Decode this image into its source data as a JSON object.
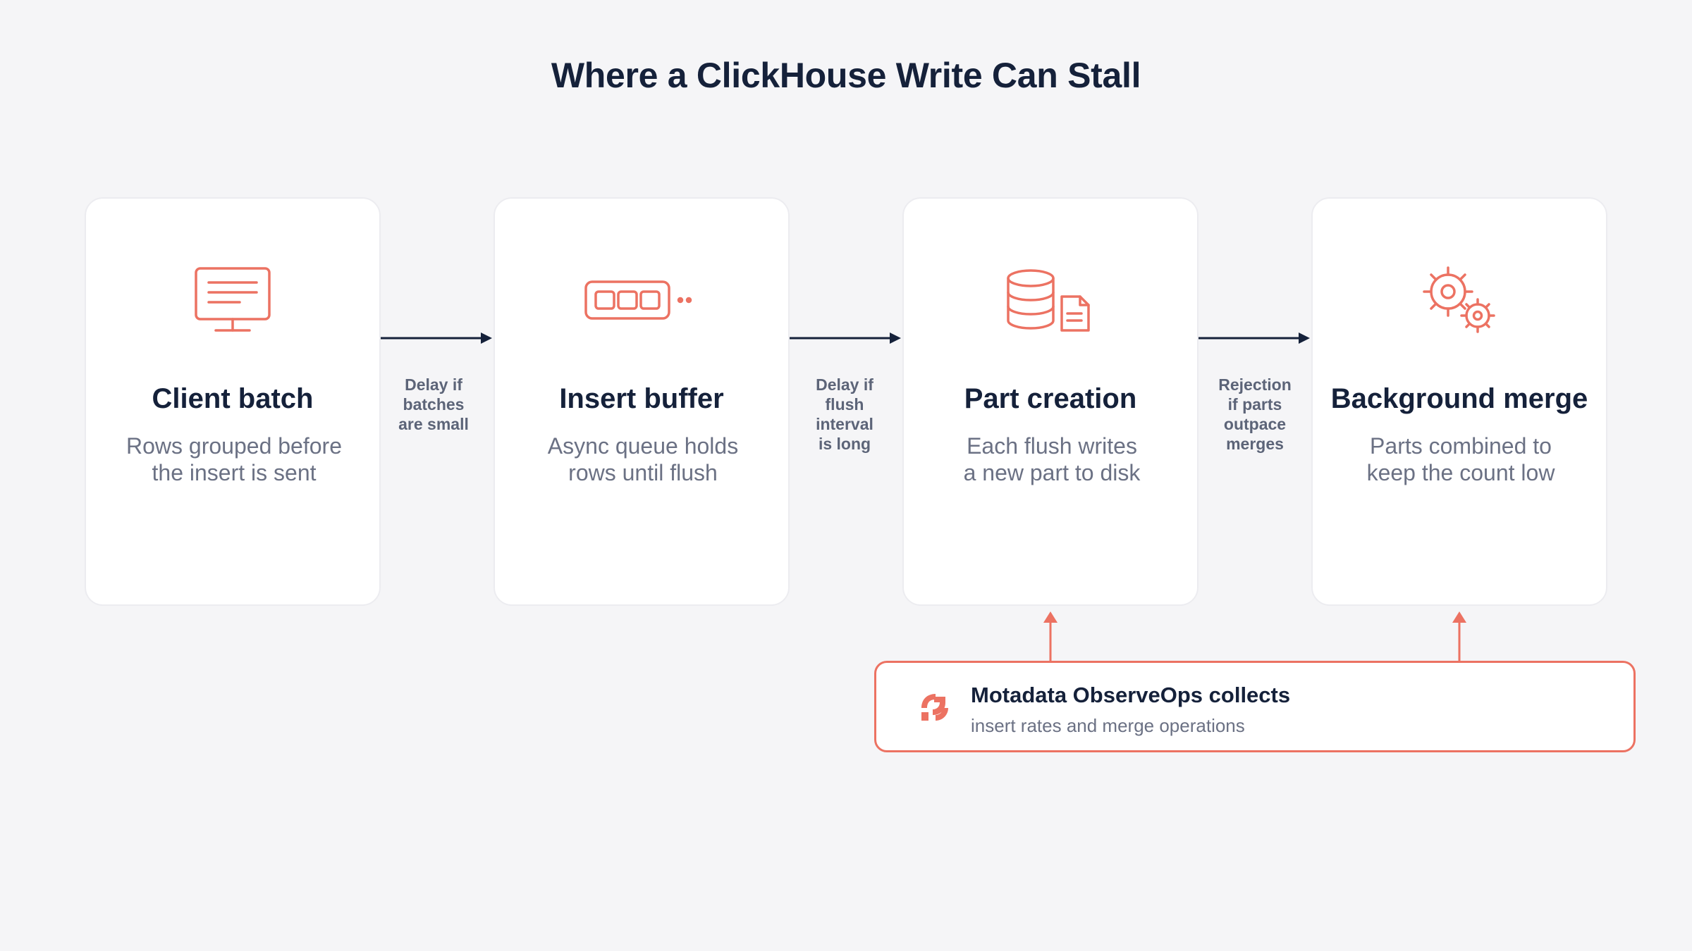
{
  "title": "Where a ClickHouse Write Can Stall",
  "stages": [
    {
      "title": "Client batch",
      "desc_line1": "Rows grouped before",
      "desc_line2": "the insert is sent",
      "icon": "monitor-icon"
    },
    {
      "title": "Insert buffer",
      "desc_line1": "Async queue holds",
      "desc_line2": "rows until flush",
      "icon": "queue-buffer-icon"
    },
    {
      "title": "Part creation",
      "desc_line1": "Each flush writes",
      "desc_line2": "a new part to disk",
      "icon": "database-file-icon"
    },
    {
      "title": "Background merge",
      "desc_line1": "Parts combined to",
      "desc_line2": "keep the count low",
      "icon": "gears-icon"
    }
  ],
  "connectors": [
    {
      "lines": [
        "Delay if",
        "batches",
        "are small"
      ]
    },
    {
      "lines": [
        "Delay if",
        "flush",
        "interval",
        "is long"
      ]
    },
    {
      "lines": [
        "Rejection",
        "if parts",
        "outpace",
        "merges"
      ]
    }
  ],
  "observe": {
    "title": "Motadata ObserveOps collects",
    "subtitle": "insert rates and merge operations",
    "icon": "motadata-logo-icon"
  },
  "colors": {
    "accent": "#ec7262",
    "heading": "#15213a",
    "muted": "#6b7184",
    "background": "#f5f5f7",
    "arrow": "#15213a"
  }
}
